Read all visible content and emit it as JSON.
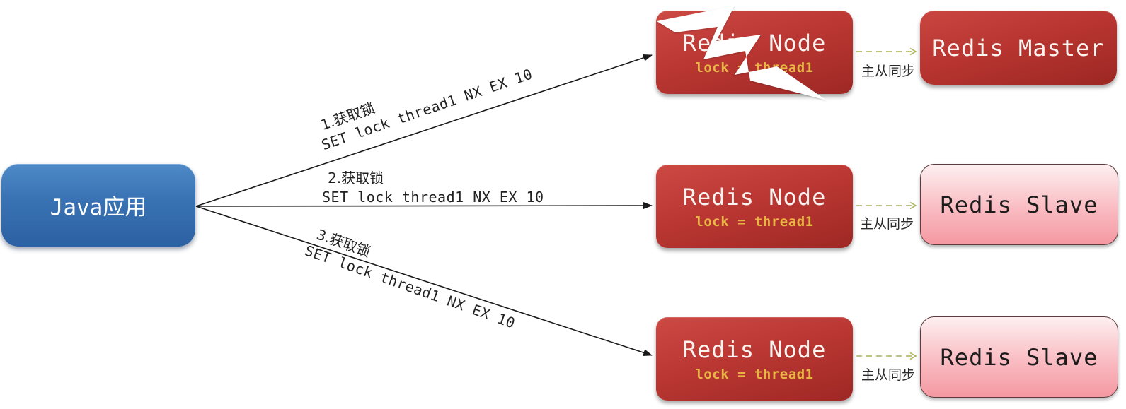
{
  "diagram": {
    "java_app": {
      "label": "Java应用"
    },
    "nodes": [
      {
        "title": "Redis Node",
        "lock": "lock = thread1",
        "crashed": true
      },
      {
        "title": "Redis Node",
        "lock": "lock = thread1",
        "crashed": false
      },
      {
        "title": "Redis Node",
        "lock": "lock = thread1",
        "crashed": false
      }
    ],
    "replicas": [
      {
        "title": "Redis Master"
      },
      {
        "title": "Redis Slave"
      },
      {
        "title": "Redis Slave"
      }
    ],
    "edges": [
      {
        "step": "1.获取锁",
        "command": "SET lock thread1 NX EX 10"
      },
      {
        "step": "2.获取锁",
        "command": "SET lock thread1 NX EX 10"
      },
      {
        "step": "3.获取锁",
        "command": "SET lock thread1 NX EX 10"
      }
    ],
    "sync_label": "主从同步",
    "icons": {
      "crash_icon": "lightning-bolt"
    },
    "colors": {
      "java_blue": "#3a74b5",
      "node_red": "#bb3733",
      "master_red": "#b93531",
      "slave_pink": "#f9aab2",
      "lock_gold": "#e9b544",
      "sync_arrow_olive": "#aab157",
      "arrow_black": "#1a1a1a"
    }
  }
}
